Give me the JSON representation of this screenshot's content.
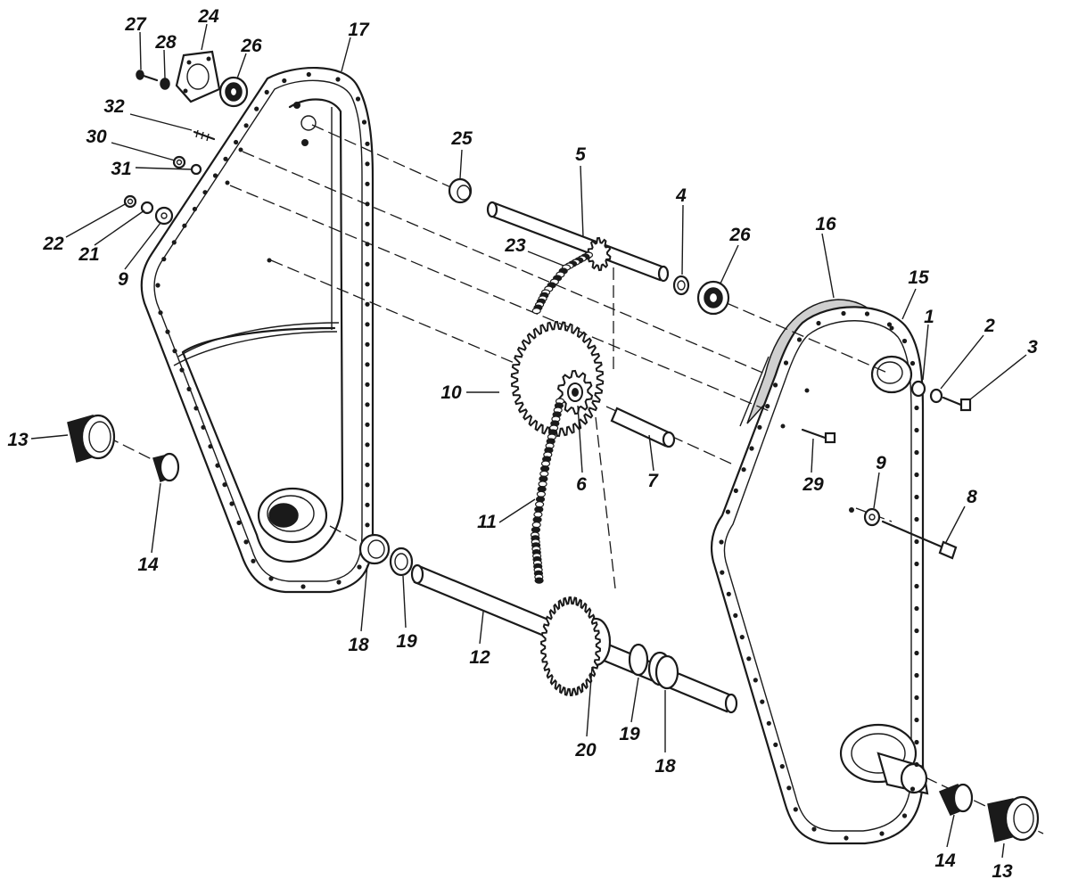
{
  "callouts": {
    "c1": "1",
    "c2": "2",
    "c3": "3",
    "c4": "4",
    "c5": "5",
    "c6": "6",
    "c7": "7",
    "c8": "8",
    "c9a": "9",
    "c9b": "9",
    "c10": "10",
    "c11": "11",
    "c12": "12",
    "c13a": "13",
    "c13b": "13",
    "c14a": "14",
    "c14b": "14",
    "c15": "15",
    "c16": "16",
    "c17": "17",
    "c18a": "18",
    "c18b": "18",
    "c19a": "19",
    "c19b": "19",
    "c20": "20",
    "c21": "21",
    "c22": "22",
    "c23": "23",
    "c24": "24",
    "c25": "25",
    "c26a": "26",
    "c26b": "26",
    "c27": "27",
    "c28": "28",
    "c29": "29",
    "c30": "30",
    "c31": "31",
    "c32": "32"
  }
}
